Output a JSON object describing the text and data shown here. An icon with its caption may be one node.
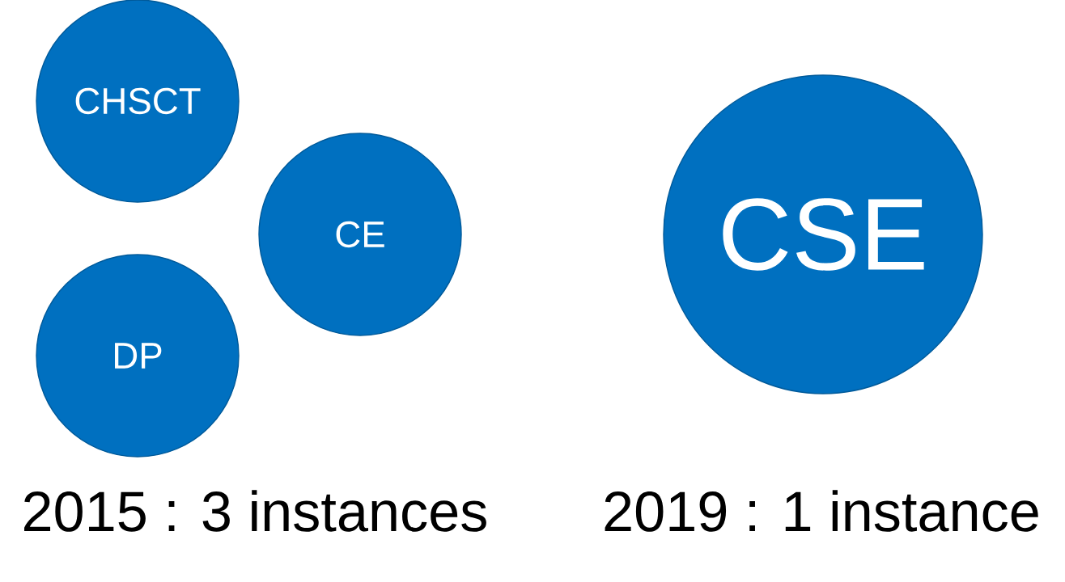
{
  "diagram": {
    "nodes": [
      {
        "text": [
          "CHSCT"
        ]
      },
      {
        "text": [
          "CE"
        ]
      },
      {
        "text": [
          "DP"
        ]
      },
      {
        "text": [
          "CSE"
        ]
      }
    ],
    "labels": [
      "2015 : 3 instances",
      "2019 : 1 instance"
    ]
  }
}
